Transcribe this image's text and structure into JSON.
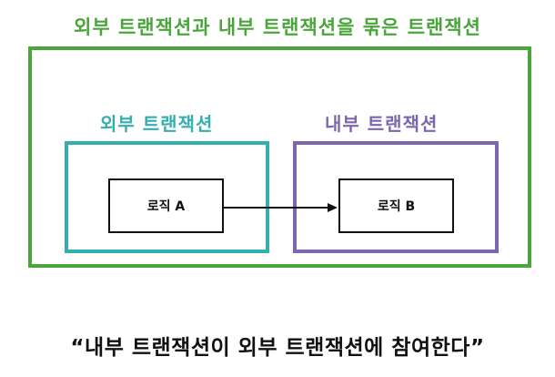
{
  "diagram": {
    "title": "외부 트랜잭션과 내부 트랜잭션을 묶은 트랜잭션",
    "outer_transaction": {
      "label": "외부 트랜잭션",
      "logic_label": "로직 A"
    },
    "inner_transaction": {
      "label": "내부 트랜잭션",
      "logic_label": "로직 B"
    },
    "caption": "“내부 트랜잭션이 외부 트랜잭션에 참여한다”"
  },
  "colors": {
    "wrapper_green": "#4aa63a",
    "outer_teal": "#35aeb0",
    "inner_purple": "#7a67b0",
    "text_dark": "#111111"
  }
}
